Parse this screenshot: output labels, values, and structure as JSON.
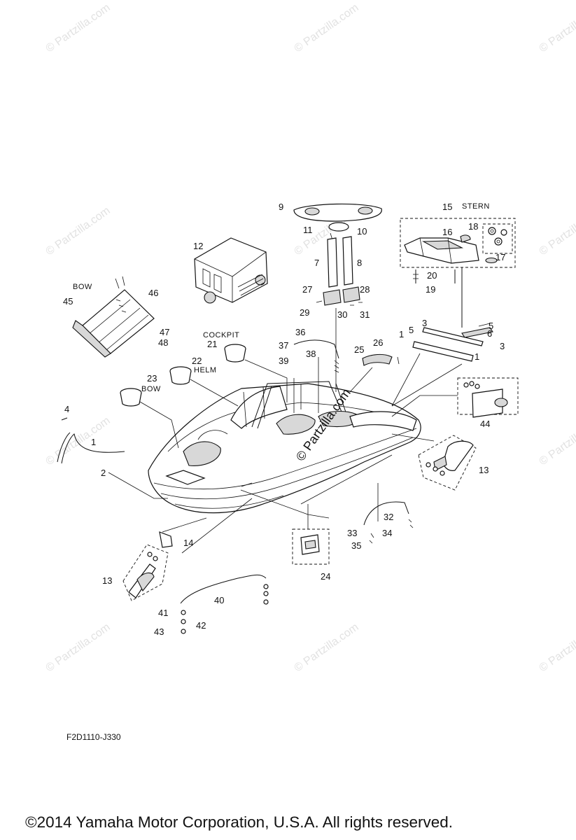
{
  "diagram": {
    "diagram_code": "F2D1110-J330",
    "copyright": "©2014  Yamaha Motor Corporation, U.S.A. All rights reserved.",
    "watermark_text": "© Partzilla.com",
    "watermark_center_text": "© Partzilla.com",
    "region_labels": {
      "stern": "STERN",
      "bow_ladder": "BOW",
      "cockpit": "COCKPIT",
      "helm": "HELM",
      "bow_cup": "BOW"
    },
    "part_numbers": [
      "1",
      "2",
      "3",
      "4",
      "5",
      "6",
      "7",
      "8",
      "9",
      "10",
      "11",
      "12",
      "13",
      "14",
      "15",
      "16",
      "17",
      "18",
      "19",
      "20",
      "21",
      "22",
      "23",
      "24",
      "25",
      "26",
      "27",
      "28",
      "29",
      "30",
      "31",
      "32",
      "33",
      "34",
      "35",
      "36",
      "37",
      "38",
      "39",
      "40",
      "41",
      "42",
      "43",
      "44",
      "45",
      "46",
      "47",
      "48"
    ]
  }
}
